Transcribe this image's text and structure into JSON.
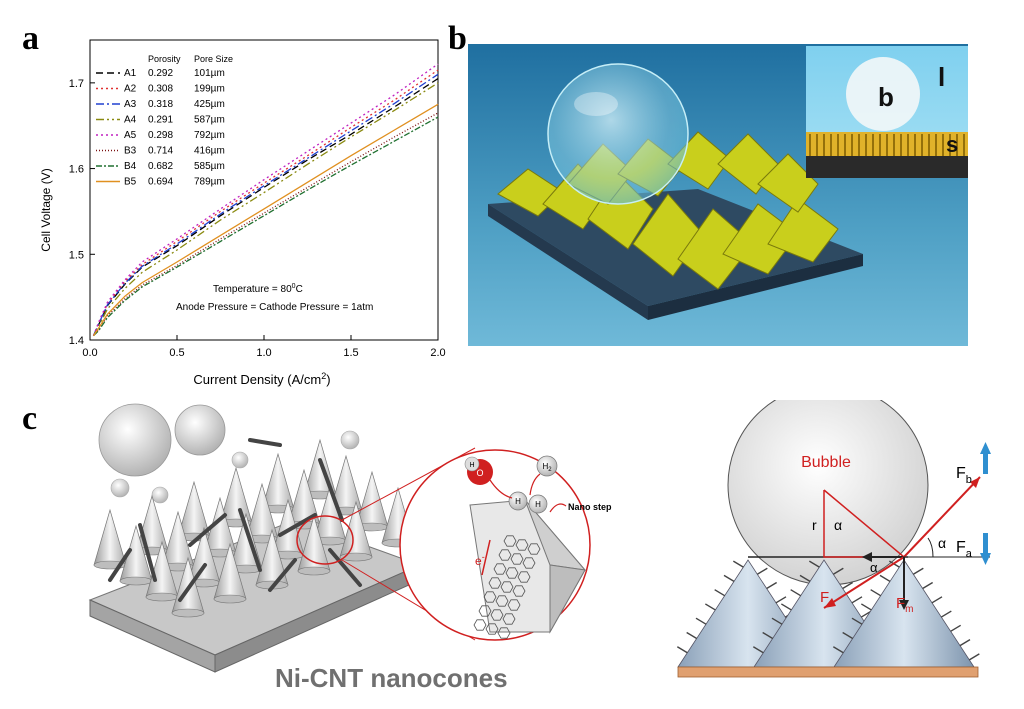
{
  "panels": {
    "a": "a",
    "b": "b",
    "c": "c"
  },
  "chart_data": {
    "type": "line",
    "xlabel": "Current Density (A/cm²)",
    "xlabel_main": "Current Density (A/cm",
    "xlabel_sup": "2",
    "xlabel_end": ")",
    "ylabel": "Cell Voltage (V)",
    "xlim": [
      0.0,
      2.0
    ],
    "ylim": [
      1.4,
      1.75
    ],
    "xticks": [
      "0.0",
      "0.5",
      "1.0",
      "1.5",
      "2.0"
    ],
    "yticks": [
      "1.4",
      "1.5",
      "1.6",
      "1.7"
    ],
    "legend_headers": [
      "Porosity",
      "Pore Size"
    ],
    "legend_position": "top-left",
    "annotation_temperature": "Temperature = 80",
    "annotation_temperature_sup": "0",
    "annotation_temperature_end": "C",
    "annotation_pressure": "Anode Pressure = Cathode Pressure = 1atm",
    "x": [
      0.02,
      0.05,
      0.1,
      0.2,
      0.3,
      0.5,
      0.75,
      1.0,
      1.25,
      1.5,
      1.75,
      2.0
    ],
    "series": [
      {
        "name": "A1",
        "porosity": "0.292",
        "pore_size": "101µm",
        "color": "#000000",
        "dash": "7,4",
        "values": [
          1.405,
          1.418,
          1.44,
          1.465,
          1.485,
          1.51,
          1.545,
          1.578,
          1.61,
          1.64,
          1.672,
          1.705
        ]
      },
      {
        "name": "A2",
        "porosity": "0.308",
        "pore_size": "199µm",
        "color": "#e03030",
        "dash": "2,3",
        "values": [
          1.405,
          1.42,
          1.442,
          1.468,
          1.488,
          1.515,
          1.55,
          1.583,
          1.615,
          1.648,
          1.68,
          1.715
        ]
      },
      {
        "name": "A3",
        "porosity": "0.318",
        "pore_size": "425µm",
        "color": "#2040d0",
        "dash": "8,3,2,3",
        "values": [
          1.405,
          1.419,
          1.441,
          1.466,
          1.486,
          1.512,
          1.547,
          1.58,
          1.612,
          1.644,
          1.676,
          1.71
        ]
      },
      {
        "name": "A4",
        "porosity": "0.291",
        "pore_size": "587µm",
        "color": "#8a8a10",
        "dash": "8,3,2,3,2,3",
        "values": [
          1.405,
          1.416,
          1.436,
          1.46,
          1.479,
          1.505,
          1.54,
          1.572,
          1.605,
          1.637,
          1.668,
          1.7
        ]
      },
      {
        "name": "A5",
        "porosity": "0.298",
        "pore_size": "792µm",
        "color": "#c020c0",
        "dash": "2,3",
        "values": [
          1.405,
          1.421,
          1.444,
          1.47,
          1.491,
          1.518,
          1.553,
          1.587,
          1.62,
          1.653,
          1.686,
          1.722
        ]
      },
      {
        "name": "B3",
        "porosity": "0.714",
        "pore_size": "416µm",
        "color": "#7a1010",
        "dash": "1,2",
        "values": [
          1.405,
          1.412,
          1.428,
          1.448,
          1.464,
          1.487,
          1.518,
          1.548,
          1.578,
          1.608,
          1.637,
          1.665
        ]
      },
      {
        "name": "B4",
        "porosity": "0.682",
        "pore_size": "585µm",
        "color": "#207030",
        "dash": "6,2,2,2",
        "values": [
          1.405,
          1.411,
          1.426,
          1.446,
          1.462,
          1.485,
          1.515,
          1.545,
          1.575,
          1.604,
          1.632,
          1.66
        ]
      },
      {
        "name": "B5",
        "porosity": "0.694",
        "pore_size": "789µm",
        "color": "#e09020",
        "dash": "",
        "values": [
          1.405,
          1.414,
          1.43,
          1.451,
          1.467,
          1.491,
          1.522,
          1.553,
          1.584,
          1.615,
          1.645,
          1.675
        ]
      }
    ]
  },
  "inset_b": {
    "bubble_label": "b",
    "liquid_label": "l",
    "solid_label": "s"
  },
  "diagram_c": {
    "material_label": "Ni-CNT nanocones",
    "electron_label": "e",
    "electron_sup": "-",
    "water_h": "H",
    "water_o": "O",
    "h2_label": "H",
    "h2_sub": "2",
    "h_atom_label": "H",
    "nano_step_label": "Nano step",
    "bubble_label": "Bubble",
    "radius_label": "r",
    "angle_label": "α",
    "fb_label": "F",
    "fb_sub": "b",
    "fa_label": "F",
    "fa_sub": "a",
    "fs_label": "F",
    "fs_sub": "s",
    "fm_label": "F",
    "fm_sub": "m"
  }
}
